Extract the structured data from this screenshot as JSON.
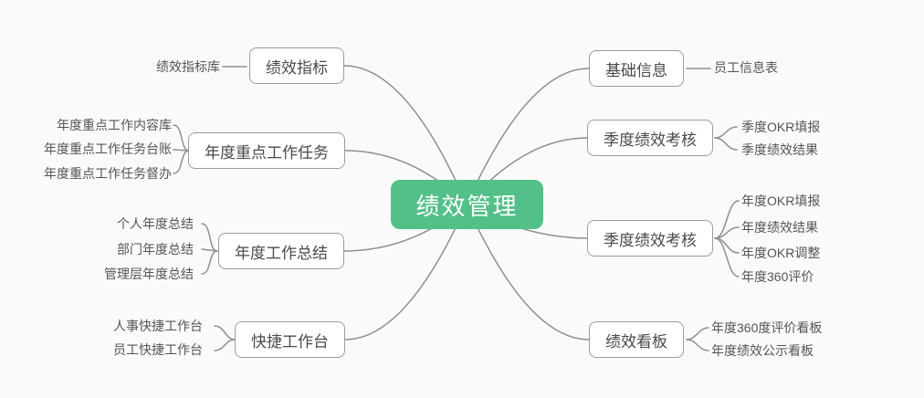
{
  "root": {
    "label": "绩效管理"
  },
  "left_branches": [
    {
      "label": "绩效指标",
      "children": [
        "绩效指标库"
      ]
    },
    {
      "label": "年度重点工作任务",
      "children": [
        "年度重点工作内容库",
        "年度重点工作任务台账",
        "年度重点工作任务督办"
      ]
    },
    {
      "label": "年度工作总结",
      "children": [
        "个人年度总结",
        "部门年度总结",
        "管理层年度总结"
      ]
    },
    {
      "label": "快捷工作台",
      "children": [
        "人事快捷工作台",
        "员工快捷工作台"
      ]
    }
  ],
  "right_branches": [
    {
      "label": "基础信息",
      "children": [
        "员工信息表"
      ]
    },
    {
      "label": "季度绩效考核",
      "children": [
        "季度OKR填报",
        "季度绩效结果"
      ]
    },
    {
      "label": "季度绩效考核",
      "children": [
        "年度OKR填报",
        "年度绩效结果",
        "年度OKR调整",
        "年度360评价"
      ]
    },
    {
      "label": "绩效看板",
      "children": [
        "年度360度评价看板",
        "年度绩效公示看板"
      ]
    }
  ],
  "colors": {
    "background": "#fafafa",
    "line": "#8f8f8f",
    "node_border": "#9b9b9b",
    "node_text": "#4a4a4a",
    "leaf_text": "#555555",
    "root_bg": "#53c08a",
    "root_text": "#ffffff"
  }
}
